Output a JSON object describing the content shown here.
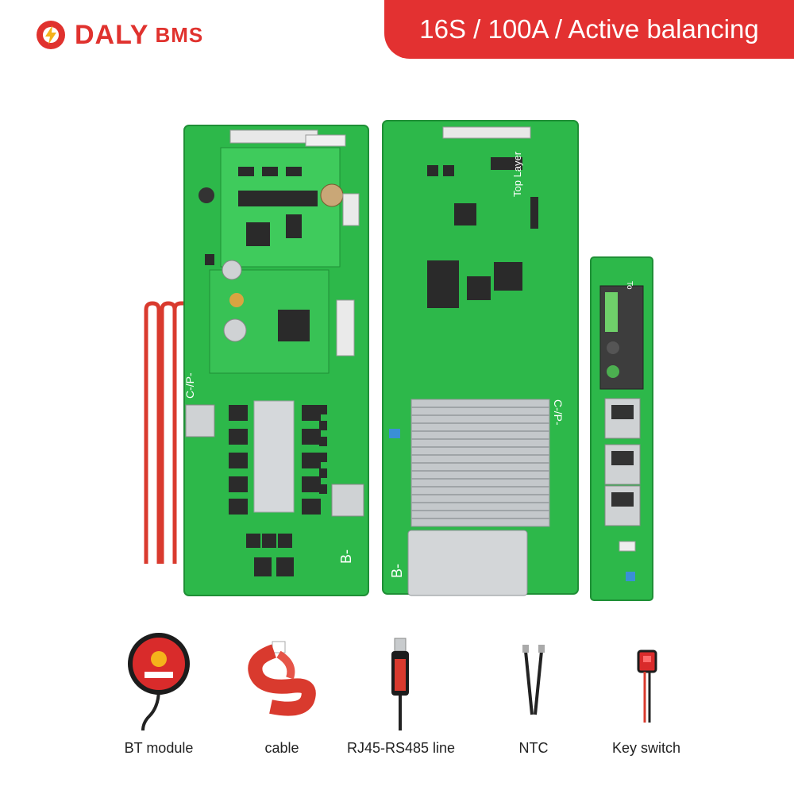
{
  "brand": {
    "name": "DALY",
    "suffix": "BMS",
    "color": "#e0322e"
  },
  "banner": {
    "text": "16S / 100A / Active balancing",
    "color": "#e33131"
  },
  "boards": {
    "left_labels": {
      "cp": "C-/P-",
      "b": "B-"
    },
    "middle_labels": {
      "top_layer": "Top Layer",
      "cp": "C-/P-",
      "b": "B-"
    },
    "right_labels": {
      "to": "To"
    },
    "pcb_color": "#2db84a",
    "heatsink_color": "#bfc3c6"
  },
  "accessories": [
    {
      "label": "BT module",
      "icon": "bluetooth-module-icon"
    },
    {
      "label": "cable",
      "icon": "ribbon-cable-icon"
    },
    {
      "label": "RJ45-RS485 line",
      "icon": "usb-rs485-cable-icon"
    },
    {
      "label": "NTC",
      "icon": "ntc-sensor-icon"
    },
    {
      "label": "Key switch",
      "icon": "key-switch-icon"
    }
  ]
}
